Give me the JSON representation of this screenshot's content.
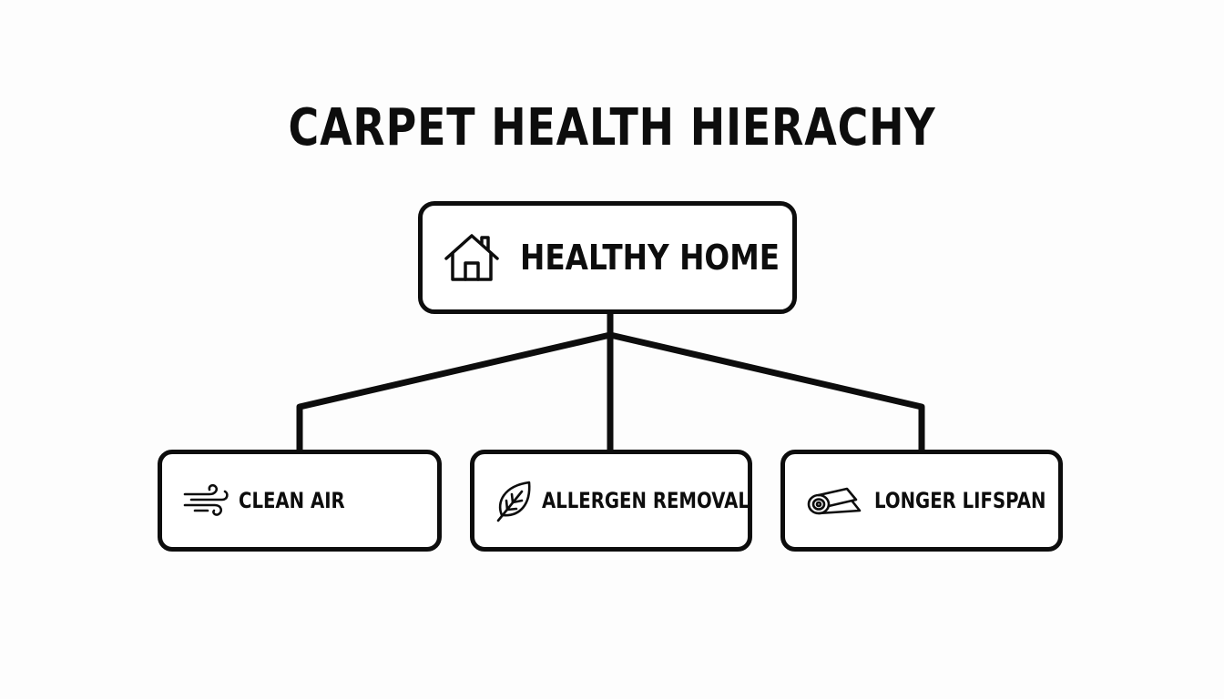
{
  "title": "CARPET HEALTH HIERACHY",
  "root": {
    "label": "HEALTHY HOME",
    "icon": "house-icon"
  },
  "children": [
    {
      "label": "CLEAN AIR",
      "icon": "wind-icon"
    },
    {
      "label": "ALLERGEN REMOVAL",
      "icon": "leaf-icon"
    },
    {
      "label": "LONGER LIFSPAN",
      "icon": "carpet-roll-icon"
    }
  ],
  "colors": {
    "ink": "#0d0d0d",
    "background": "#fdfdfd"
  }
}
